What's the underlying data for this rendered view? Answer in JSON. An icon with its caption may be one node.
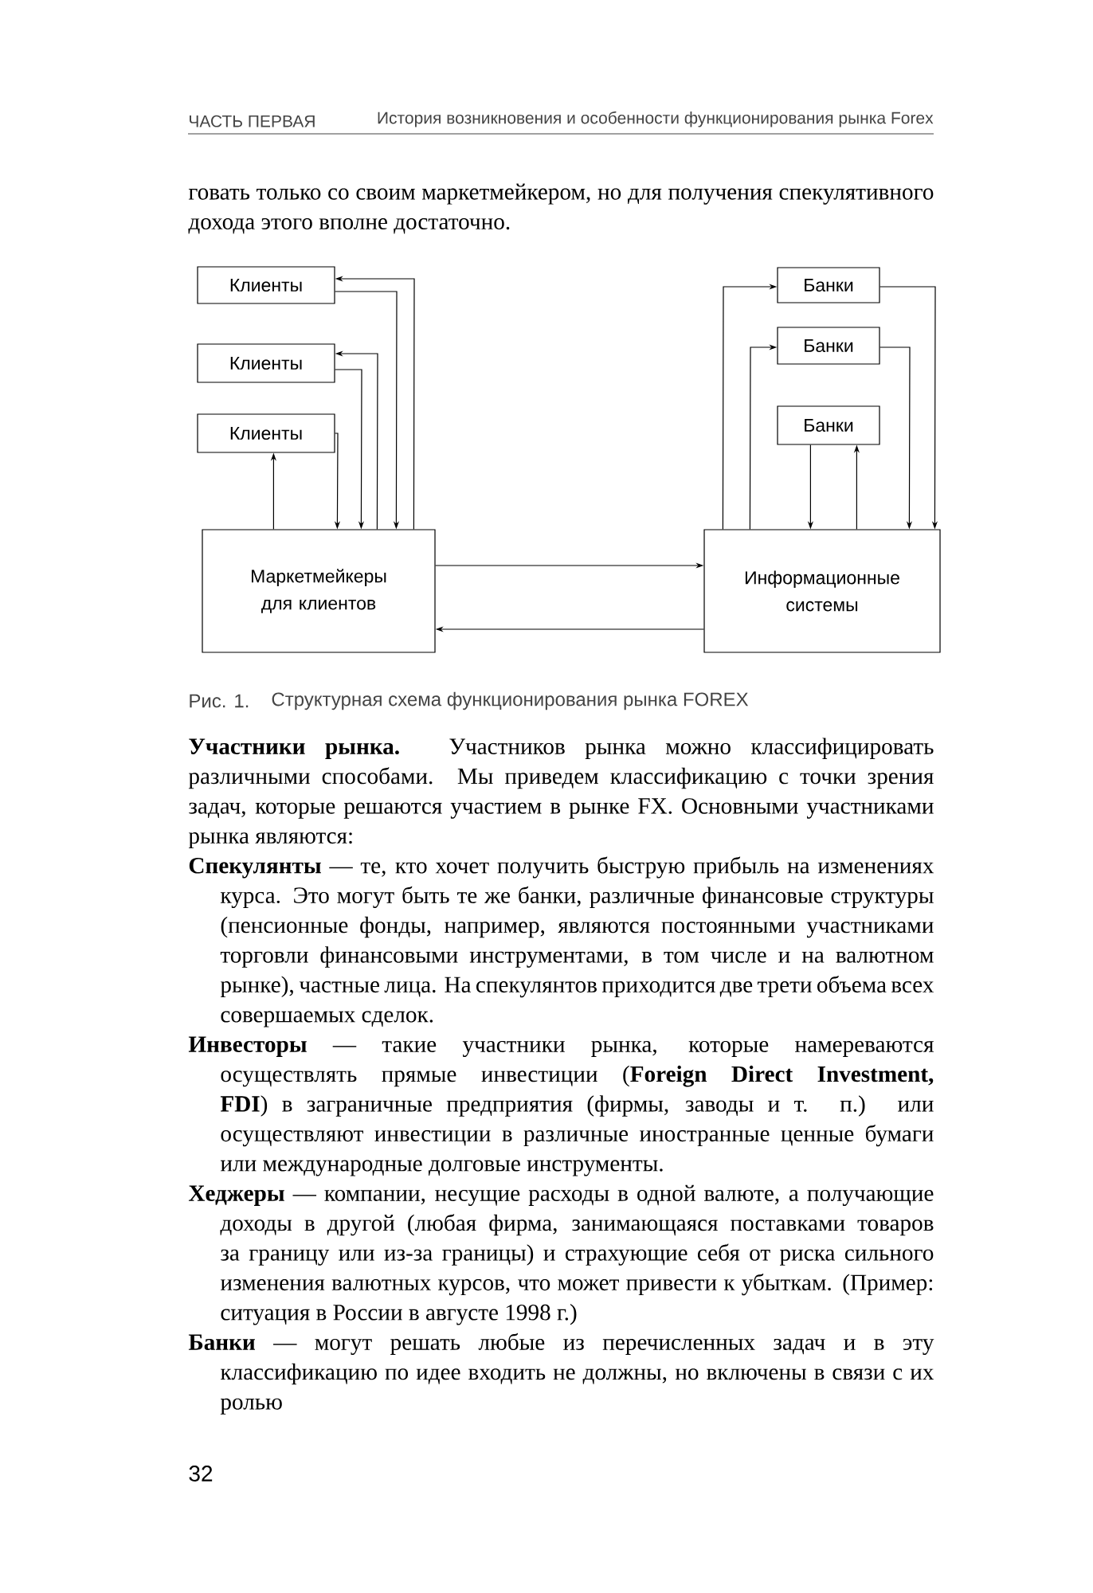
{
  "diagram": {
    "caption": "Структурная схема функционирования рынка FOREX",
    "nodes": [
      {
        "text": [
          "Клиенты"
        ]
      },
      {
        "text": [
          "Клиенты"
        ]
      },
      {
        "text": [
          "Клиенты"
        ]
      },
      {
        "text": [
          "Маркетмейкеры для клиентов"
        ]
      },
      {
        "text": [
          "Банки"
        ]
      },
      {
        "text": [
          "Банки"
        ]
      },
      {
        "text": [
          "Банки"
        ]
      },
      {
        "text": [
          "Информационные системы"
        ]
      }
    ],
    "edges": [
      {
        "from": 3,
        "to": 0,
        "arrow": "to"
      },
      {
        "from": 0,
        "to": 3,
        "arrow": "to"
      },
      {
        "from": 3,
        "to": 1,
        "arrow": "to"
      },
      {
        "from": 1,
        "to": 3,
        "arrow": "to"
      },
      {
        "from": 2,
        "to": 3,
        "arrow": "to"
      },
      {
        "from": 3,
        "to": 2,
        "arrow": "to"
      },
      {
        "from": 3,
        "to": 7,
        "arrow": "to"
      },
      {
        "from": 7,
        "to": 3,
        "arrow": "to"
      },
      {
        "from": 7,
        "to": 4,
        "arrow": "to"
      },
      {
        "from": 4,
        "to": 7,
        "arrow": "to"
      },
      {
        "from": 7,
        "to": 5,
        "arrow": "to"
      },
      {
        "from": 5,
        "to": 7,
        "arrow": "to"
      },
      {
        "from": 6,
        "to": 7,
        "arrow": "to"
      },
      {
        "from": 7,
        "to": 6,
        "arrow": "to"
      }
    ],
    "labels": [
      "ЧАСТЬ ПЕРВАЯ",
      "История возникновения и особенности функционирования рынка Forex",
      "говать только со своим маркетмейкером, но для получения спекулятивного дохода этого вполне достаточно.",
      "Рис. 1.",
      "**Участники рынка.** Участников рынка можно классифицировать различными способами. Мы приведем классификацию с точки зрения задач, которые решаются участием в рынке FX. Основными участниками рынка являются:",
      "**Спекулянты** — те, кто хочет получить быструю прибыль на изменениях курса. Это могут быть те же банки, различные финансовые структуры (пенсионные фонды, например, являются постоянными участниками торговли финансовыми инструментами, в том числе и на валютном рынке), частные лица. На спекулянтов приходится две трети объема всех совершаемых сделок.",
      "**Инвесторы** — такие участники рынка, которые намереваются осуществлять прямые инвестиции (**Foreign Direct Investment, FDI**) в заграничные предприятия (фирмы, заводы и т. п.) или осуществляют инвестиции в различные иностранные ценные бумаги или международные долговые инструменты.",
      "**Хеджеры** — компании, несущие расходы в одной валюте, а получающие доходы в другой (любая фирма, занимающаяся поставками товаров за границу или из-за границы) и страхующие себя от риска сильного изменения валютных курсов, что может привести к убыткам. (Пример: ситуация в России в августе 1998 г.)",
      "**Банки** — могут решать любые из перечисленных задач и в эту классификацию по идее входить не должны, но включены в связи с их ролью",
      "32"
    ]
  }
}
